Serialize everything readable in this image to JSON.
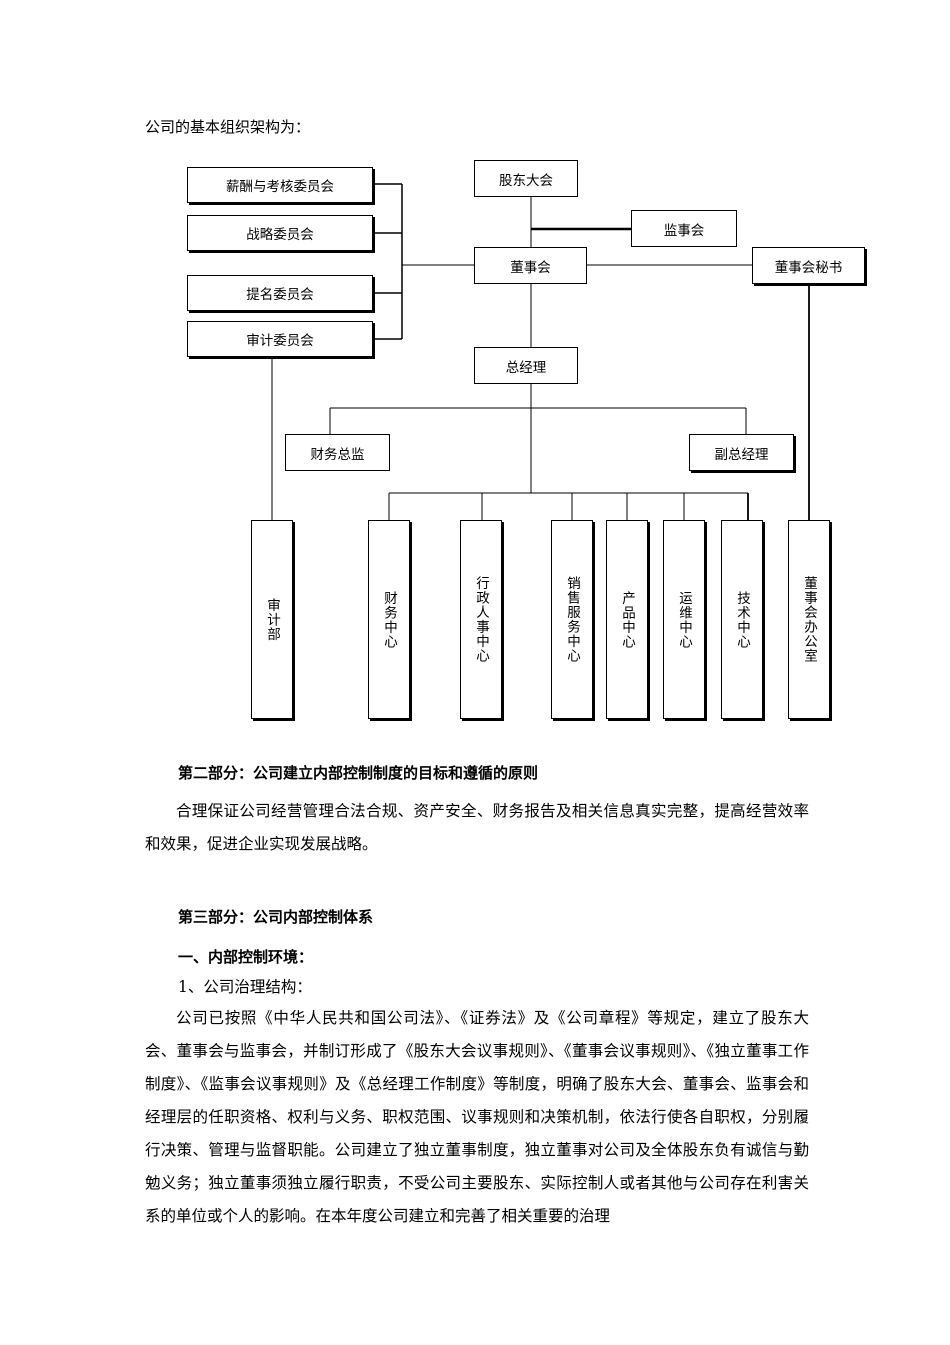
{
  "intro": "公司的基本组织架构为：",
  "org_chart": {
    "committees": [
      "薪酬与考核委员会",
      "战略委员会",
      "提名委员会",
      "审计委员会"
    ],
    "shareholders": "股东大会",
    "supervisory_board": "监事会",
    "board": "董事会",
    "board_secretary": "董事会秘书",
    "general_manager": "总经理",
    "cfo": "财务总监",
    "deputy_gm": "副总经理",
    "audit_dept": "审计部",
    "centers": [
      "财务中心",
      "行政人事中心",
      "销售服务中心",
      "产品中心",
      "运维中心",
      "技术中心"
    ],
    "board_office": "董事会办公室"
  },
  "part2": {
    "heading": "第二部分：公司建立内部控制制度的目标和遵循的原则",
    "paragraph": "合理保证公司经营管理合法合规、资产安全、财务报告及相关信息真实完整，提高经营效率和效果，促进企业实现发展战略。"
  },
  "part3": {
    "heading": "第三部分：公司内部控制体系",
    "sub_heading": "一、内部控制环境：",
    "item": "1、公司治理结构：",
    "paragraph": "公司已按照《中华人民共和国公司法》、《证券法》及《公司章程》等规定，建立了股东大会、董事会与监事会，并制订形成了《股东大会议事规则》、《董事会议事规则》、《独立董事工作制度》、《监事会议事规则》及《总经理工作制度》等制度，明确了股东大会、董事会、监事会和经理层的任职资格、权利与义务、职权范围、议事规则和决策机制，依法行使各自职权，分别履行决策、管理与监督职能。公司建立了独立董事制度，独立董事对公司及全体股东负有诚信与勤勉义务；独立董事须独立履行职责，不受公司主要股东、实际控制人或者其他与公司存在利害关系的单位或个人的影响。在本年度公司建立和完善了相关重要的治理"
  }
}
